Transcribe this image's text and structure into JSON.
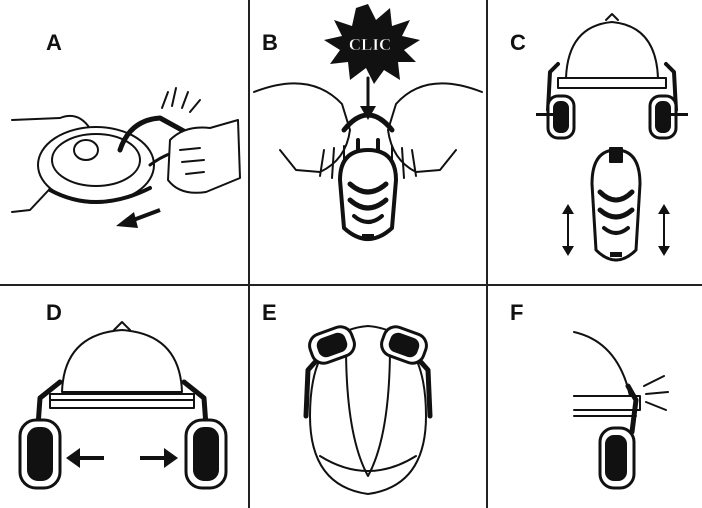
{
  "panels": [
    {
      "label": "A",
      "icon": "hand-removing-earmuff-cup-icon"
    },
    {
      "label": "B",
      "icon": "hands-clicking-earmuff-onto-helmet-icon",
      "burst_text": "CLIC"
    },
    {
      "label": "C",
      "icon": "helmet-earmuffs-pressing-and-adjusting-icon"
    },
    {
      "label": "D",
      "icon": "helmet-earmuffs-pulled-outward-icon"
    },
    {
      "label": "E",
      "icon": "helmet-top-view-earmuffs-icon"
    },
    {
      "label": "F",
      "icon": "helmet-side-earmuff-parked-icon"
    }
  ],
  "colors": {
    "line": "#111111",
    "fill_dark": "#1a1a1a",
    "background": "#ffffff"
  }
}
